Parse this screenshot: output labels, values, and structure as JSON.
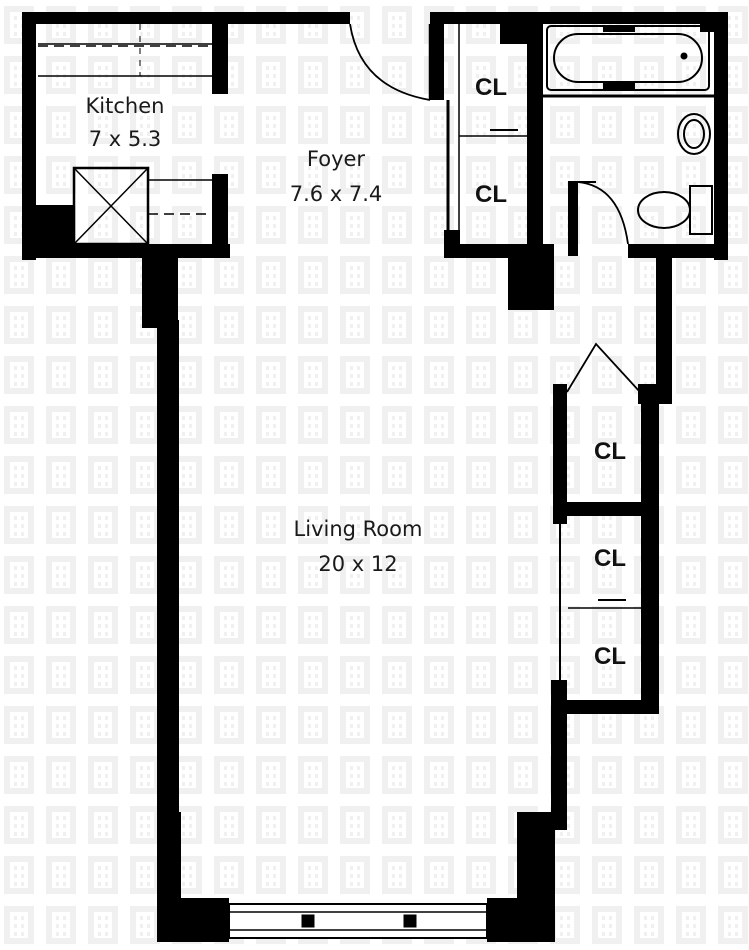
{
  "colors": {
    "wall": "#000000",
    "background": "#ffffff",
    "watermark": "#f1f1f1",
    "text": "#1a1a1a"
  },
  "rooms": {
    "kitchen": {
      "name": "Kitchen",
      "size": "7 x 5.3"
    },
    "foyer": {
      "name": "Foyer",
      "size": "7.6 x 7.4"
    },
    "living_room": {
      "name": "Living Room",
      "size": "20 x 12"
    }
  },
  "closets": {
    "foyer_top": "CL",
    "foyer_bottom": "CL",
    "hall": "CL",
    "living_top": "CL",
    "living_bottom": "CL"
  },
  "watermark_icon": "hotel-building-icon"
}
